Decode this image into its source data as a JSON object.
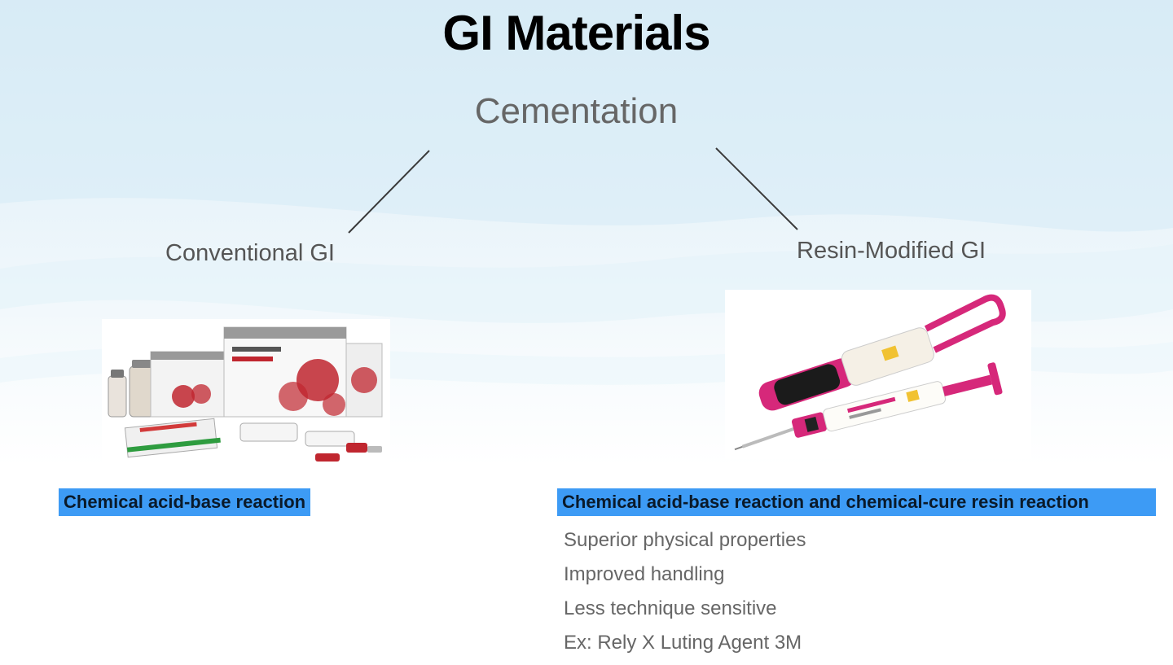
{
  "slide": {
    "title": "GI Materials",
    "root": "Cementation",
    "branches": [
      {
        "label": "Conventional GI",
        "image": "gi-capsule-kit-product-photo",
        "reaction": "Chemical acid-base reaction",
        "properties": []
      },
      {
        "label": "Resin-Modified GI",
        "image": "clicker-dispenser-syringe-product-photo",
        "reaction": "Chemical acid-base reaction and chemical-cure resin reaction",
        "properties": [
          "Superior physical properties",
          "Improved handling",
          "Less technique sensitive",
          "Ex: Rely X Luting Agent 3M"
        ]
      }
    ]
  },
  "colors": {
    "highlight": "#3d9bf5",
    "title": "#000000",
    "muted_text": "#666666",
    "line": "#333333",
    "pink_product": "#d6287a",
    "red_product": "#c0262f"
  }
}
